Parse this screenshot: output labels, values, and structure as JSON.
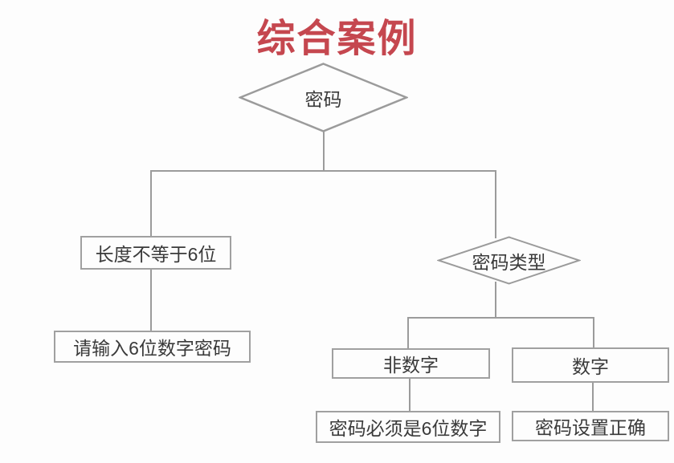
{
  "title": {
    "text": "综合案例"
  },
  "flowchart": {
    "root_decision": {
      "label": "密码"
    },
    "left_branch": {
      "condition": {
        "label": "长度不等于6位"
      },
      "result": {
        "label": "请输入6位数字密码"
      }
    },
    "right_branch": {
      "type_decision": {
        "label": "密码类型"
      },
      "non_numeric": {
        "label": "非数字"
      },
      "numeric": {
        "label": "数字"
      },
      "non_numeric_result": {
        "label": "密码必须是6位数字"
      },
      "numeric_result": {
        "label": "密码设置正确"
      }
    }
  },
  "colors": {
    "title": "#c5474f",
    "line": "#9b9b9b",
    "box_border": "#a0a0a0",
    "text": "#3a3a3a",
    "background": "#fdfdfd"
  }
}
